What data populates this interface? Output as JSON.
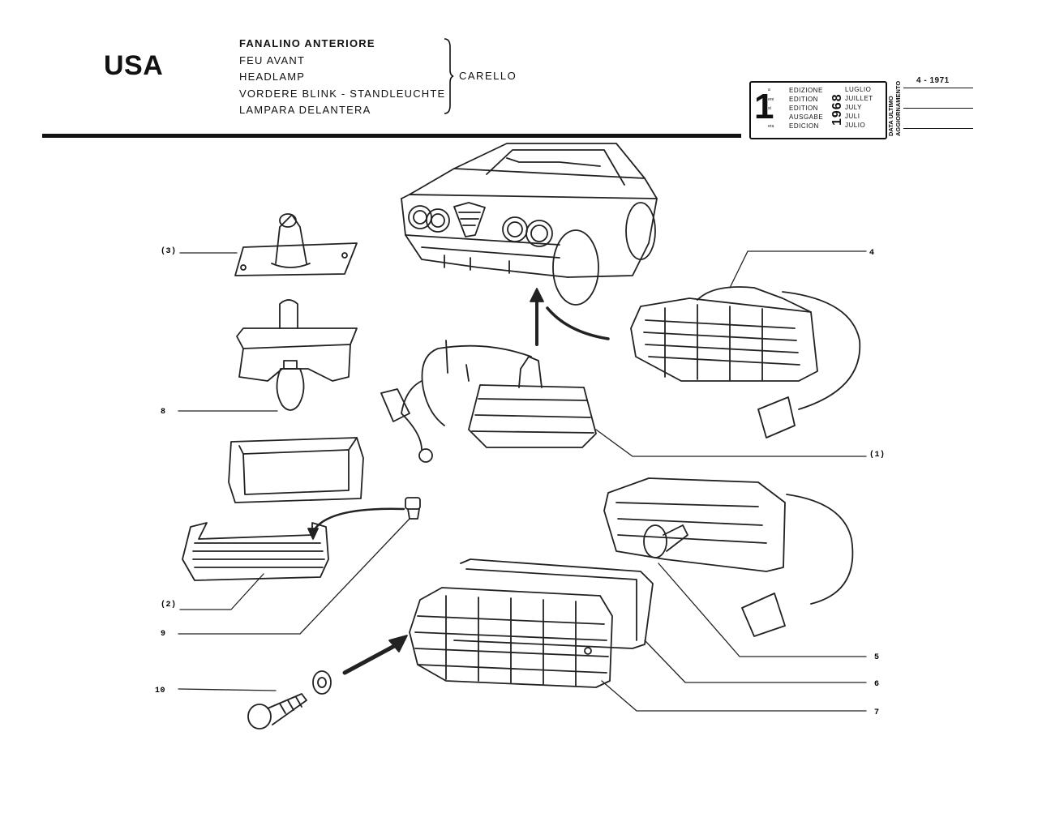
{
  "header": {
    "market": "USA",
    "titles": [
      "FANALINO ANTERIORE",
      "FEU AVANT",
      "HEADLAMP",
      "VORDERE BLINK - STANDLEUCHTE",
      "LAMPARA DELANTERA"
    ],
    "supplier": "CARELLO"
  },
  "edition_box": {
    "number": "1",
    "suffixes": [
      "a",
      "ere",
      "st",
      ".",
      "era"
    ],
    "labels": [
      "EDIZIONE",
      "EDITION",
      "EDITION",
      "AUSGABE",
      "EDICION"
    ],
    "year": "1968",
    "months": [
      "LUGLIO",
      "JUILLET",
      "JULY",
      "JULI",
      "JULIO"
    ]
  },
  "update_box": {
    "label_line1": "DATA ULTIMO",
    "label_line2": "AGGIORNAMENTO",
    "date": "4 - 1971"
  },
  "callouts": {
    "c3": "(3)",
    "c8": "8",
    "c2": "(2)",
    "c9": "9",
    "c10": "10",
    "c4": "4",
    "c1": "(1)",
    "c5": "5",
    "c6": "6",
    "c7": "7"
  }
}
